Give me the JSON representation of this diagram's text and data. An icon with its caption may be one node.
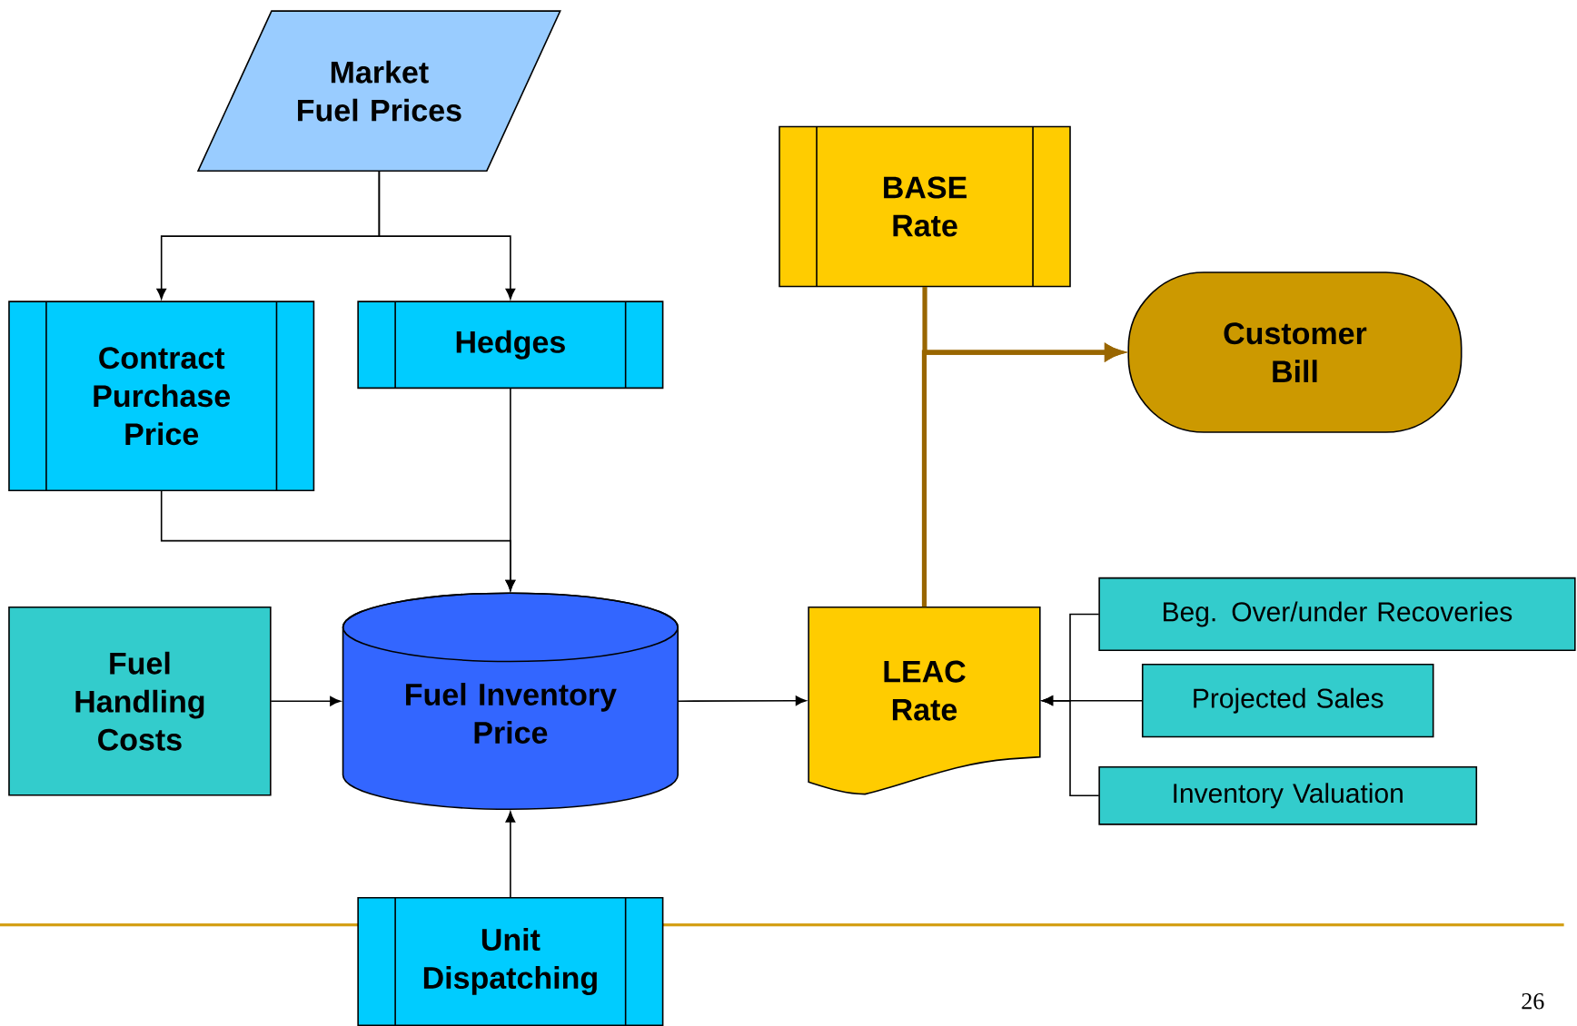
{
  "diagram": {
    "nodes": [
      {
        "text": [
          "Market Fuel Prices"
        ]
      },
      {
        "text": [
          "Contract Purchase Price"
        ]
      },
      {
        "text": [
          "Hedges"
        ]
      },
      {
        "text": [
          "BASE Rate"
        ]
      },
      {
        "text": [
          "Customer Bill"
        ]
      },
      {
        "text": [
          "Fuel Handling Costs"
        ]
      },
      {
        "text": [
          "Fuel Inventory Price"
        ]
      },
      {
        "text": [
          "LEAC Rate"
        ]
      },
      {
        "text": [
          "Beg. Over/under Recoveries"
        ]
      },
      {
        "text": [
          "Projected Sales"
        ]
      },
      {
        "text": [
          "Inventory Valuation"
        ]
      },
      {
        "text": [
          "Unit Dispatching"
        ]
      }
    ],
    "edges": [
      {
        "from": 0,
        "to": 1,
        "arrow": "to"
      },
      {
        "from": 0,
        "to": 2,
        "arrow": "to"
      },
      {
        "from": 1,
        "to": 6,
        "arrow": "to"
      },
      {
        "from": 2,
        "to": 6,
        "arrow": "to"
      },
      {
        "from": 5,
        "to": 6,
        "arrow": "to"
      },
      {
        "from": 6,
        "to": 7,
        "arrow": "to"
      },
      {
        "from": 11,
        "to": 6,
        "arrow": "to"
      },
      {
        "from": 3,
        "to": 4,
        "arrow": "to",
        "style": "thick",
        "color": "#996600"
      },
      {
        "from": 7,
        "to": 4,
        "arrow": "to",
        "style": "thick",
        "color": "#996600"
      },
      {
        "from": 8,
        "to": 7,
        "arrow": "to"
      },
      {
        "from": 9,
        "to": 7,
        "arrow": "to"
      },
      {
        "from": 10,
        "to": 7,
        "arrow": "to"
      }
    ],
    "labels": [
      "26"
    ]
  }
}
